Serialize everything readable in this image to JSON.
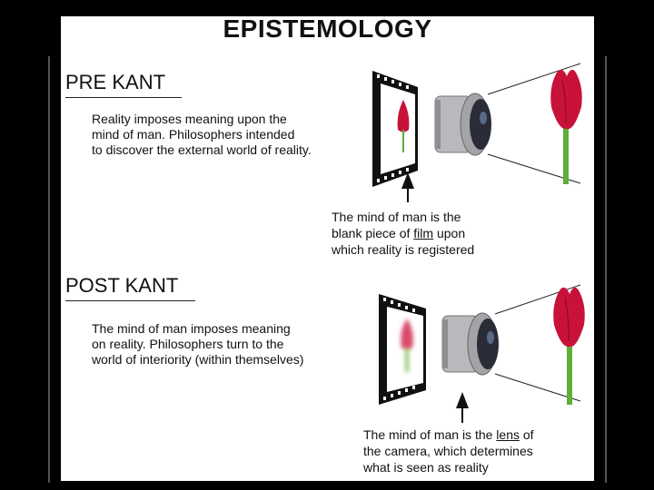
{
  "title": "EPISTEMOLOGY",
  "pre_kant": {
    "heading": "PRE KANT",
    "body_lines": [
      "Reality imposes meaning upon the",
      "mind of man.  Philosophers intended",
      "to discover the external world of reality."
    ],
    "caption_line1": "The mind of man is the",
    "caption_line2_pre": "blank piece of ",
    "caption_line2_word": "film",
    "caption_line2_post": " upon",
    "caption_line3": "which reality is registered"
  },
  "post_kant": {
    "heading": "POST KANT",
    "body_lines": [
      "The mind of man imposes meaning",
      "on reality.  Philosophers turn to the",
      "world of interiority (within themselves)"
    ],
    "caption_line1_pre": "The mind of man is the ",
    "caption_line1_word": "lens",
    "caption_line1_post": " of",
    "caption_line2": "the camera, which determines",
    "caption_line3": "what is seen as reality"
  },
  "colors": {
    "tulip": "#c8123a",
    "stem": "#5fae3a",
    "lens_metal": "#b9b9bd"
  },
  "icons": [
    "film-strip-icon",
    "camera-lens-icon",
    "tulip-icon",
    "arrow-up-icon"
  ]
}
